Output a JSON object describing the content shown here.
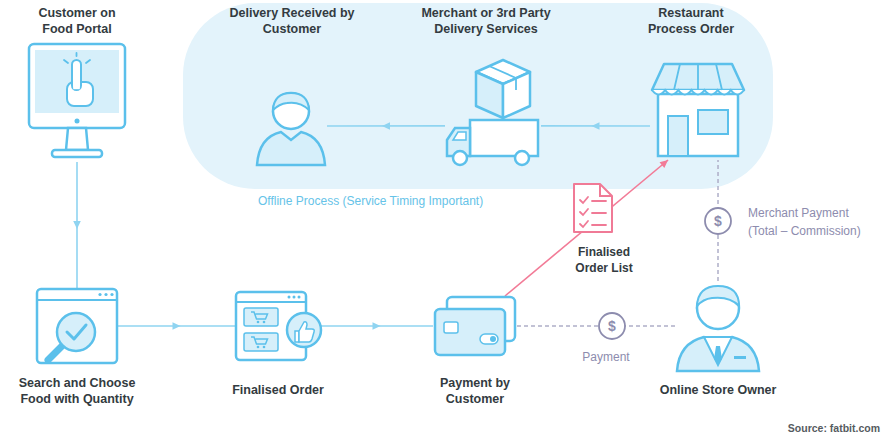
{
  "diagram": {
    "nodes": [
      {
        "text": [
          "Customer on Food Portal"
        ]
      },
      {
        "text": [
          "Offline Process (Service Timing Important)"
        ]
      },
      {
        "text": [
          "Delivery Received by Customer"
        ],
        "in": 1
      },
      {
        "text": [
          "Merchant or 3rd Party Delivery Services"
        ],
        "in": 1
      },
      {
        "text": [
          "Restaurant Process Order"
        ],
        "in": 1
      },
      {
        "text": [
          "Search and Choose Food with Quantity"
        ]
      },
      {
        "text": [
          "Finalised Order"
        ]
      },
      {
        "text": [
          "Payment by Customer"
        ]
      },
      {
        "text": [
          "Online Store Owner"
        ]
      }
    ],
    "edges": [
      {
        "from": 0,
        "to": 5,
        "arrow": "to"
      },
      {
        "from": 5,
        "to": 6,
        "arrow": "to"
      },
      {
        "from": 6,
        "to": 7,
        "arrow": "to"
      },
      {
        "from": 4,
        "to": 3,
        "arrow": "to"
      },
      {
        "from": 3,
        "to": 2,
        "arrow": "to"
      },
      {
        "from": 7,
        "to": 4,
        "arrow": "to",
        "label": "Finalised Order List"
      },
      {
        "from": 7,
        "to": 8,
        "arrow": "none",
        "label": "Payment"
      },
      {
        "from": 8,
        "to": 4,
        "arrow": "none",
        "label": "Merchant Payment (Total – Commission)"
      }
    ],
    "labels": [
      "$",
      "$",
      "Source: fatbit.com"
    ]
  }
}
